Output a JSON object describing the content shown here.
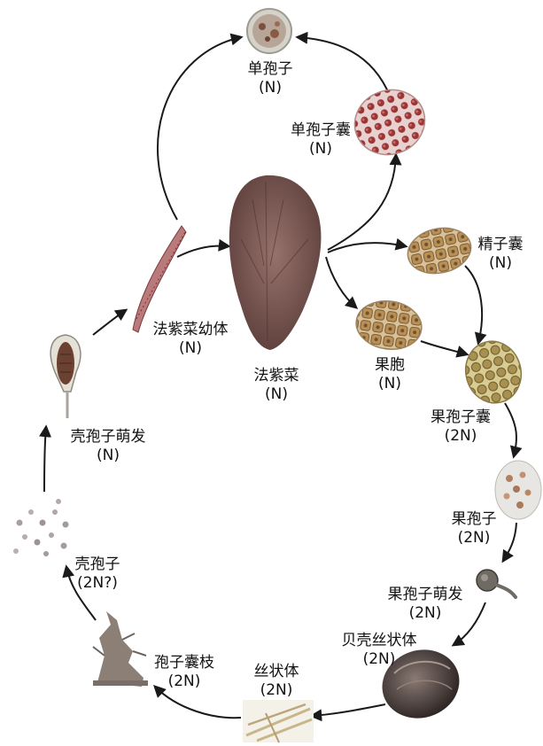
{
  "colors": {
    "arrow": "#1a1a1a",
    "thallus": "#7a5a55",
    "cell_red": "#8a2a2a",
    "cell_tan": "#c9a878",
    "cell_green_tan": "#b9a866",
    "shell": "#5a4d48"
  },
  "stages": [
    {
      "id": "monospore",
      "name": "单孢子",
      "ploidy": "(N)",
      "icon": "monospore-cell"
    },
    {
      "id": "monosporangium",
      "name": "单孢子囊",
      "ploidy": "(N)",
      "icon": "monosporangium-cells"
    },
    {
      "id": "spermatangium",
      "name": "精子囊",
      "ploidy": "(N)",
      "icon": "spermatangium-cells"
    },
    {
      "id": "carpogonium",
      "name": "果胞",
      "ploidy": "(N)",
      "icon": "carpogonium-cells"
    },
    {
      "id": "carposporangium",
      "name": "果孢子囊",
      "ploidy": "(2N)",
      "icon": "carposporangium-cells"
    },
    {
      "id": "carpospore",
      "name": "果孢子",
      "ploidy": "(2N)",
      "icon": "carpospore-cells"
    },
    {
      "id": "carpospore-germination",
      "name": "果孢子萌发",
      "ploidy": "(2N)",
      "icon": "germinating-spore"
    },
    {
      "id": "shell-conchocelis",
      "name": "贝壳丝状体",
      "ploidy": "(2N)",
      "icon": "shell"
    },
    {
      "id": "conchocelis",
      "name": "丝状体",
      "ploidy": "(2N)",
      "icon": "filaments"
    },
    {
      "id": "conchosporangial-branch",
      "name": "孢子囊枝",
      "ploidy": "(2N)",
      "icon": "branch"
    },
    {
      "id": "conchospore",
      "name": "壳孢子",
      "ploidy": "(2N?)",
      "icon": "conchospores"
    },
    {
      "id": "conchospore-germination",
      "name": "壳孢子萌发",
      "ploidy": "(N)",
      "icon": "germling"
    },
    {
      "id": "juvenile",
      "name": "法紫菜幼体",
      "ploidy": "(N)",
      "icon": "juvenile-thallus"
    },
    {
      "id": "adult",
      "name": "法紫菜",
      "ploidy": "(N)",
      "icon": "thallus"
    }
  ]
}
